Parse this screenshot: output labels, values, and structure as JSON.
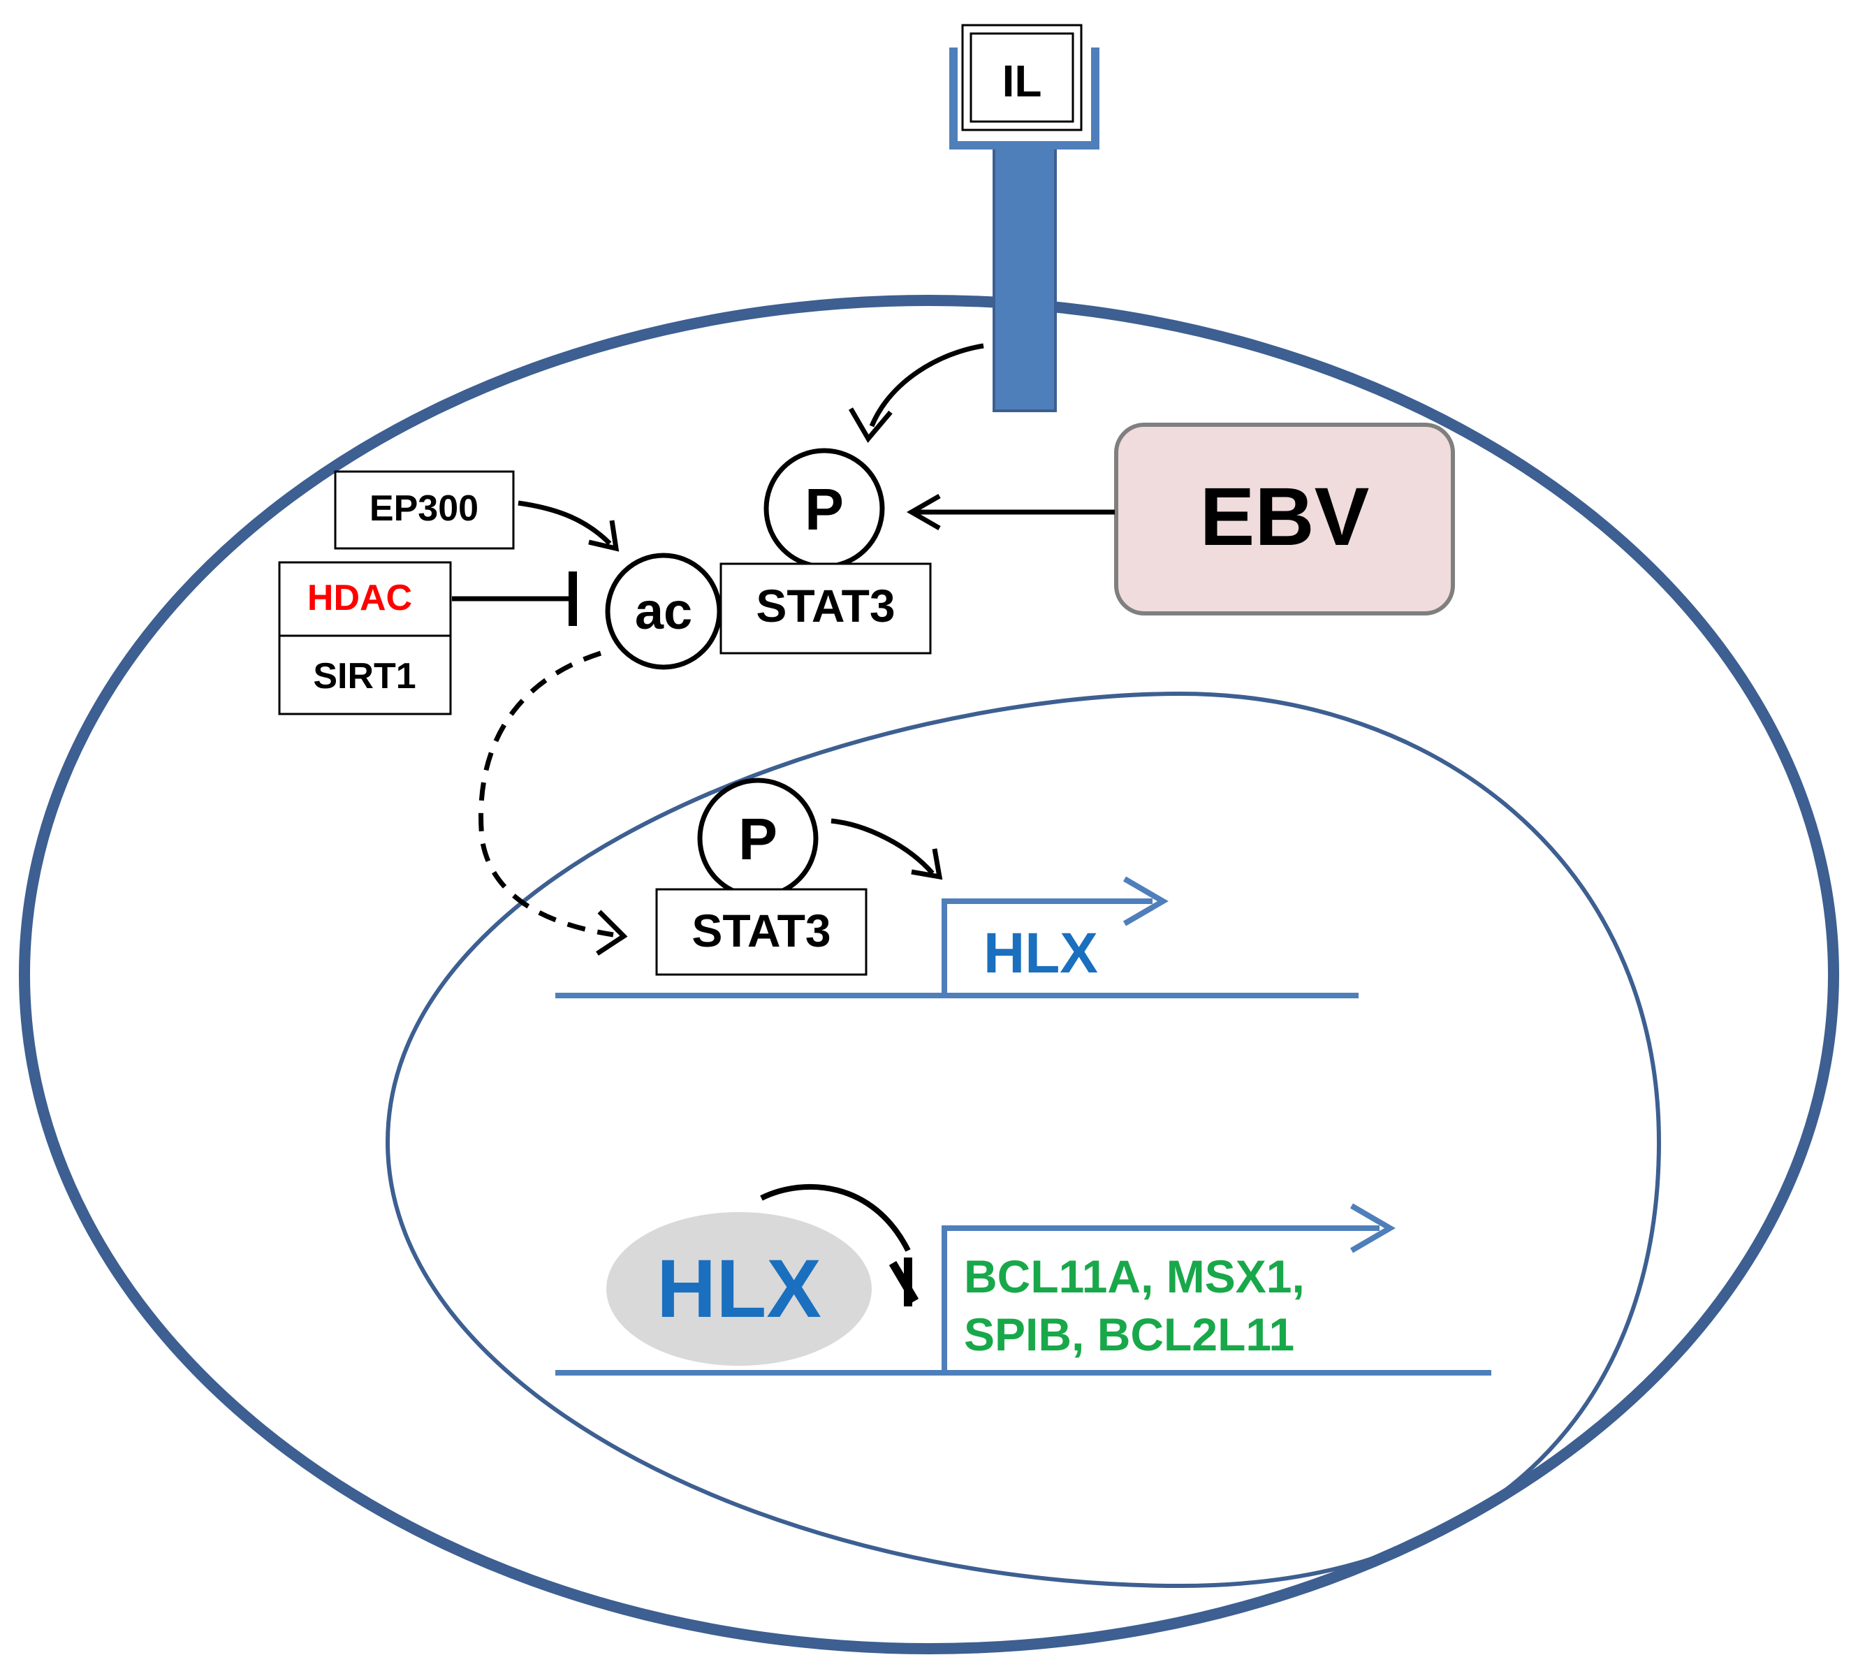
{
  "labels": {
    "il": "IL",
    "ebv": "EBV",
    "ep300": "EP300",
    "hdac": "HDAC",
    "sirt1": "SIRT1",
    "ac": "ac",
    "p_cytoplasm": "P",
    "stat3_cytoplasm": "STAT3",
    "p_nucleus": "P",
    "stat3_nucleus": "STAT3",
    "hlx_gene": "HLX",
    "hlx_protein": "HLX",
    "targets_line1": "BCL11A, MSX1,",
    "targets_line2": "SPIB, BCL2L11"
  },
  "colors": {
    "membrane": "#3d5f91",
    "receptor": "#4f7fba",
    "dna": "#4f7fba",
    "hlx_text": "#1a6fbf",
    "hdac_text": "#ff0000",
    "targets_text": "#18a84a",
    "ebv_fill": "#f0dcdc",
    "ebv_stroke": "#7f7f7f",
    "hlx_ellipse": "#d9d9d9",
    "line": "#000000"
  }
}
